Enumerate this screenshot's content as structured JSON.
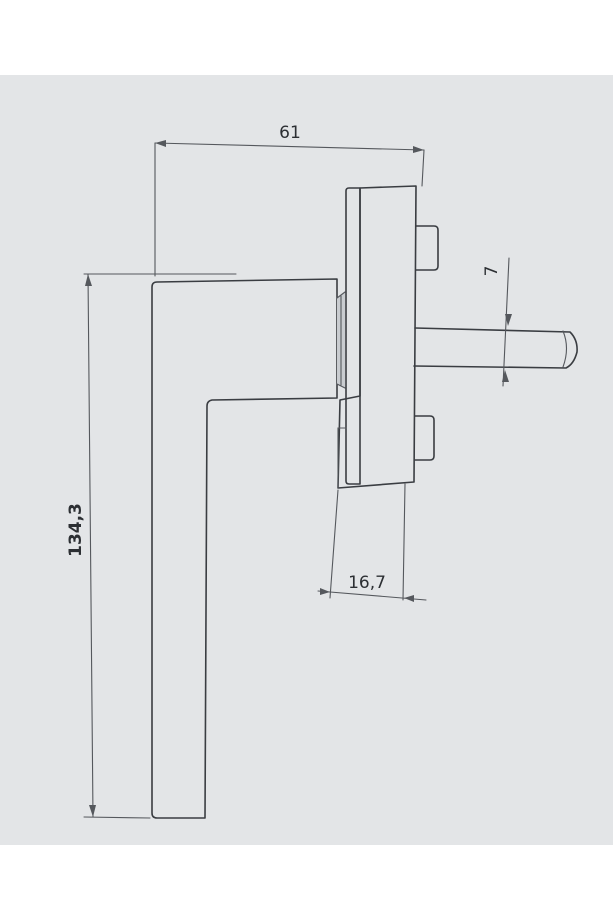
{
  "dimensions": {
    "width": "61",
    "height": "134,3",
    "rose_depth": "16,7",
    "spindle": "7"
  },
  "colors": {
    "paper": "#e3e5e7",
    "line": "#3a3d42"
  }
}
